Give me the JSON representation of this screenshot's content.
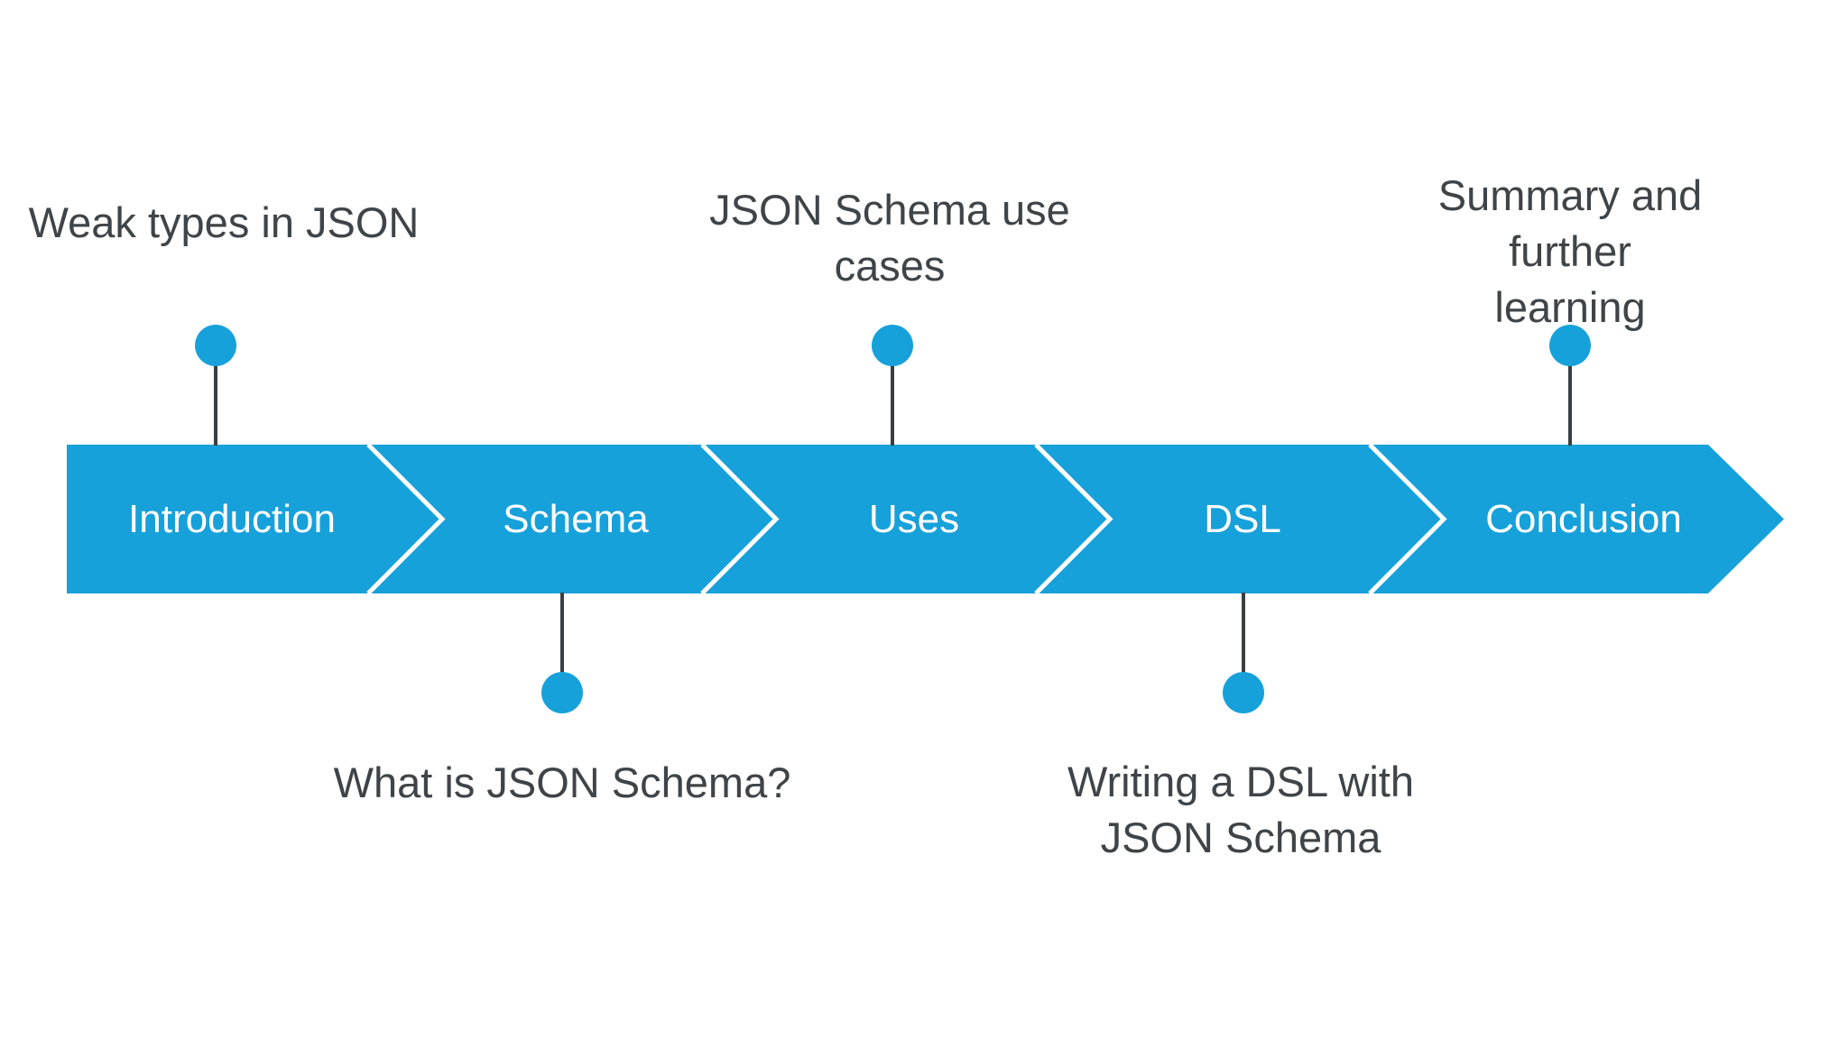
{
  "diagram": {
    "type": "timeline-process-arrow",
    "colors": {
      "accent": "#17a1da",
      "label_text": "#3f4448",
      "connector": "#3b3f42",
      "segment_text": "#ffffff",
      "background": "#ffffff"
    },
    "segments": [
      {
        "label": "Introduction",
        "callout": "Weak types in JSON",
        "callout_position": "above"
      },
      {
        "label": "Schema",
        "callout": "What is JSON Schema?",
        "callout_position": "below"
      },
      {
        "label": "Uses",
        "callout": "JSON Schema use\ncases",
        "callout_position": "above"
      },
      {
        "label": "DSL",
        "callout": "Writing a DSL with\nJSON Schema",
        "callout_position": "below"
      },
      {
        "label": "Conclusion",
        "callout": "Summary and further\nlearning",
        "callout_position": "above"
      }
    ]
  }
}
